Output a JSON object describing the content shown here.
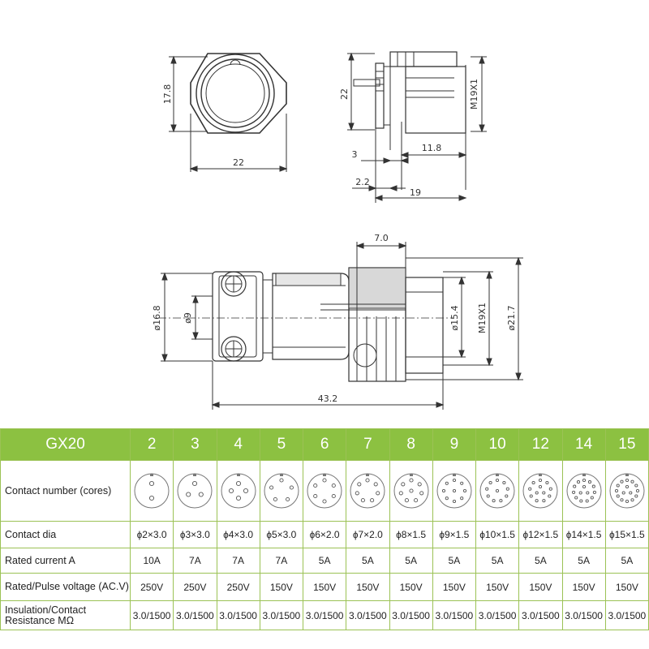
{
  "dimensions": {
    "front_height": "17.8",
    "front_width": "22",
    "side_height": "22",
    "side_thread": "M19X1",
    "side_flange": "3",
    "side_body": "11.8",
    "side_gap": "2.2",
    "side_length": "19",
    "plug_top": "7.0",
    "plug_dia_left": "ø16.8",
    "plug_dia_inner": "ø9",
    "plug_dia_mid": "ø15.4",
    "plug_thread": "M19X1",
    "plug_dia_right": "ø21.7",
    "plug_length": "43.2"
  },
  "table": {
    "model": "GX20",
    "pins": [
      "2",
      "3",
      "4",
      "5",
      "6",
      "7",
      "8",
      "9",
      "10",
      "12",
      "14",
      "15"
    ],
    "rows": [
      {
        "label": "Contact number (cores)"
      },
      {
        "label": "Contact dia",
        "values": [
          "ɸ2×3.0",
          "ɸ3×3.0",
          "ɸ4×3.0",
          "ɸ5×3.0",
          "ɸ6×2.0",
          "ɸ7×2.0",
          "ɸ8×1.5",
          "ɸ9×1.5",
          "ɸ10×1.5",
          "ɸ12×1.5",
          "ɸ14×1.5",
          "ɸ15×1.5"
        ]
      },
      {
        "label": "Rated current A",
        "values": [
          "10A",
          "7A",
          "7A",
          "7A",
          "5A",
          "5A",
          "5A",
          "5A",
          "5A",
          "5A",
          "5A",
          "5A"
        ]
      },
      {
        "label": "Rated/Pulse voltage (AC.V)",
        "values": [
          "250V",
          "250V",
          "250V",
          "150V",
          "150V",
          "150V",
          "150V",
          "150V",
          "150V",
          "150V",
          "150V",
          "150V"
        ]
      },
      {
        "label": "Insulation/Contact Resistance MΩ",
        "values": [
          "3.0/1500",
          "3.0/1500",
          "3.0/1500",
          "3.0/1500",
          "3.0/1500",
          "3.0/1500",
          "3.0/1500",
          "3.0/1500",
          "3.0/1500",
          "3.0/1500",
          "3.0/1500",
          "3.0/1500"
        ]
      }
    ]
  },
  "colors": {
    "header_bg": "#8cc141",
    "grid": "#9bc255",
    "line": "#333333"
  }
}
